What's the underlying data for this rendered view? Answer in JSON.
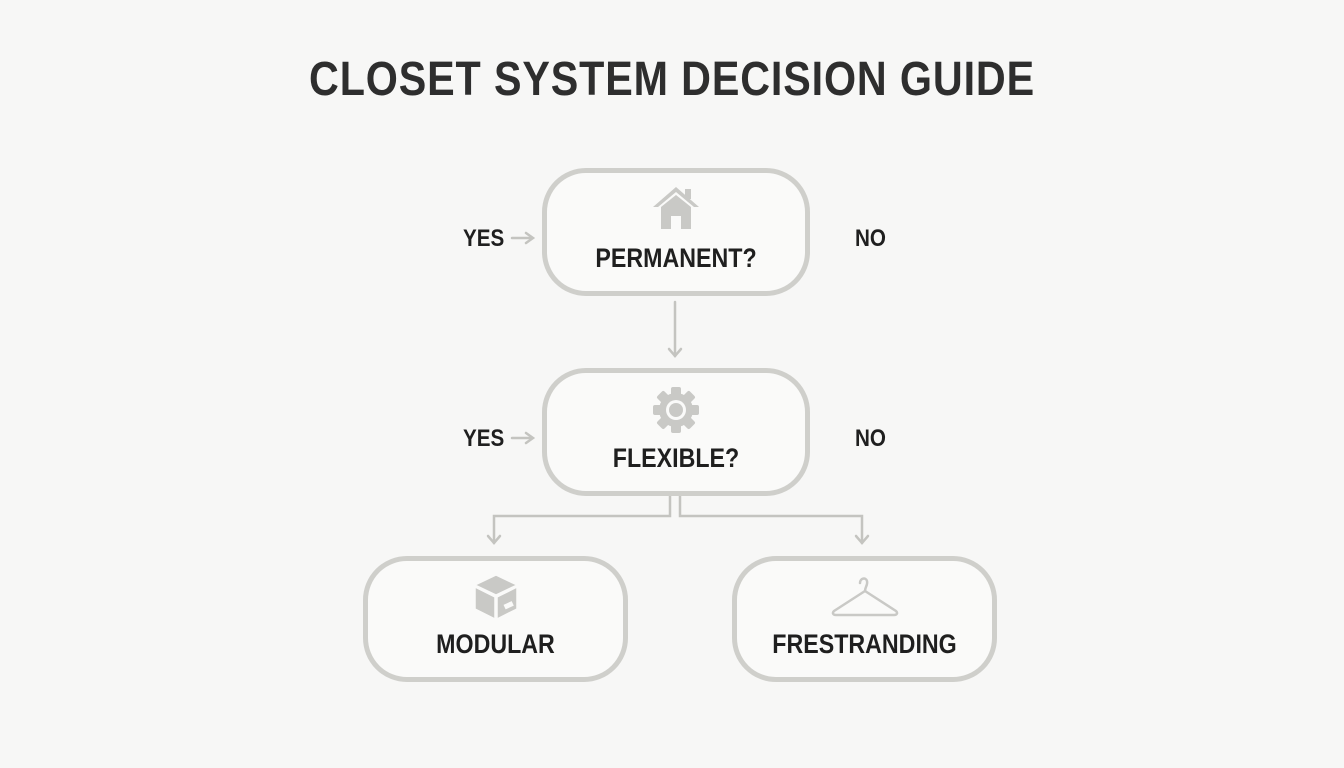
{
  "title": "CLOSET SYSTEM DECISION GUIDE",
  "colors": {
    "background": "#f7f7f6",
    "node_border": "#cfcfcb",
    "icon": "#c9c9c6",
    "text": "#1f1f1f",
    "connector": "#c4c4c0"
  },
  "nodes": [
    {
      "id": "permanent",
      "label": "PERMANENT?",
      "icon": "house-icon"
    },
    {
      "id": "flexible",
      "label": "FLEXIBLE?",
      "icon": "gear-icon"
    },
    {
      "id": "modular",
      "label": "MODULAR",
      "icon": "box-icon"
    },
    {
      "id": "freestanding",
      "label": "FRESTRANDING",
      "icon": "hanger-icon"
    }
  ],
  "branches": [
    {
      "node": "permanent",
      "yes": "YES",
      "yes_arrow": "→",
      "no": "NO"
    },
    {
      "node": "flexible",
      "yes": "YES",
      "yes_arrow": "→",
      "no": "NO"
    }
  ]
}
